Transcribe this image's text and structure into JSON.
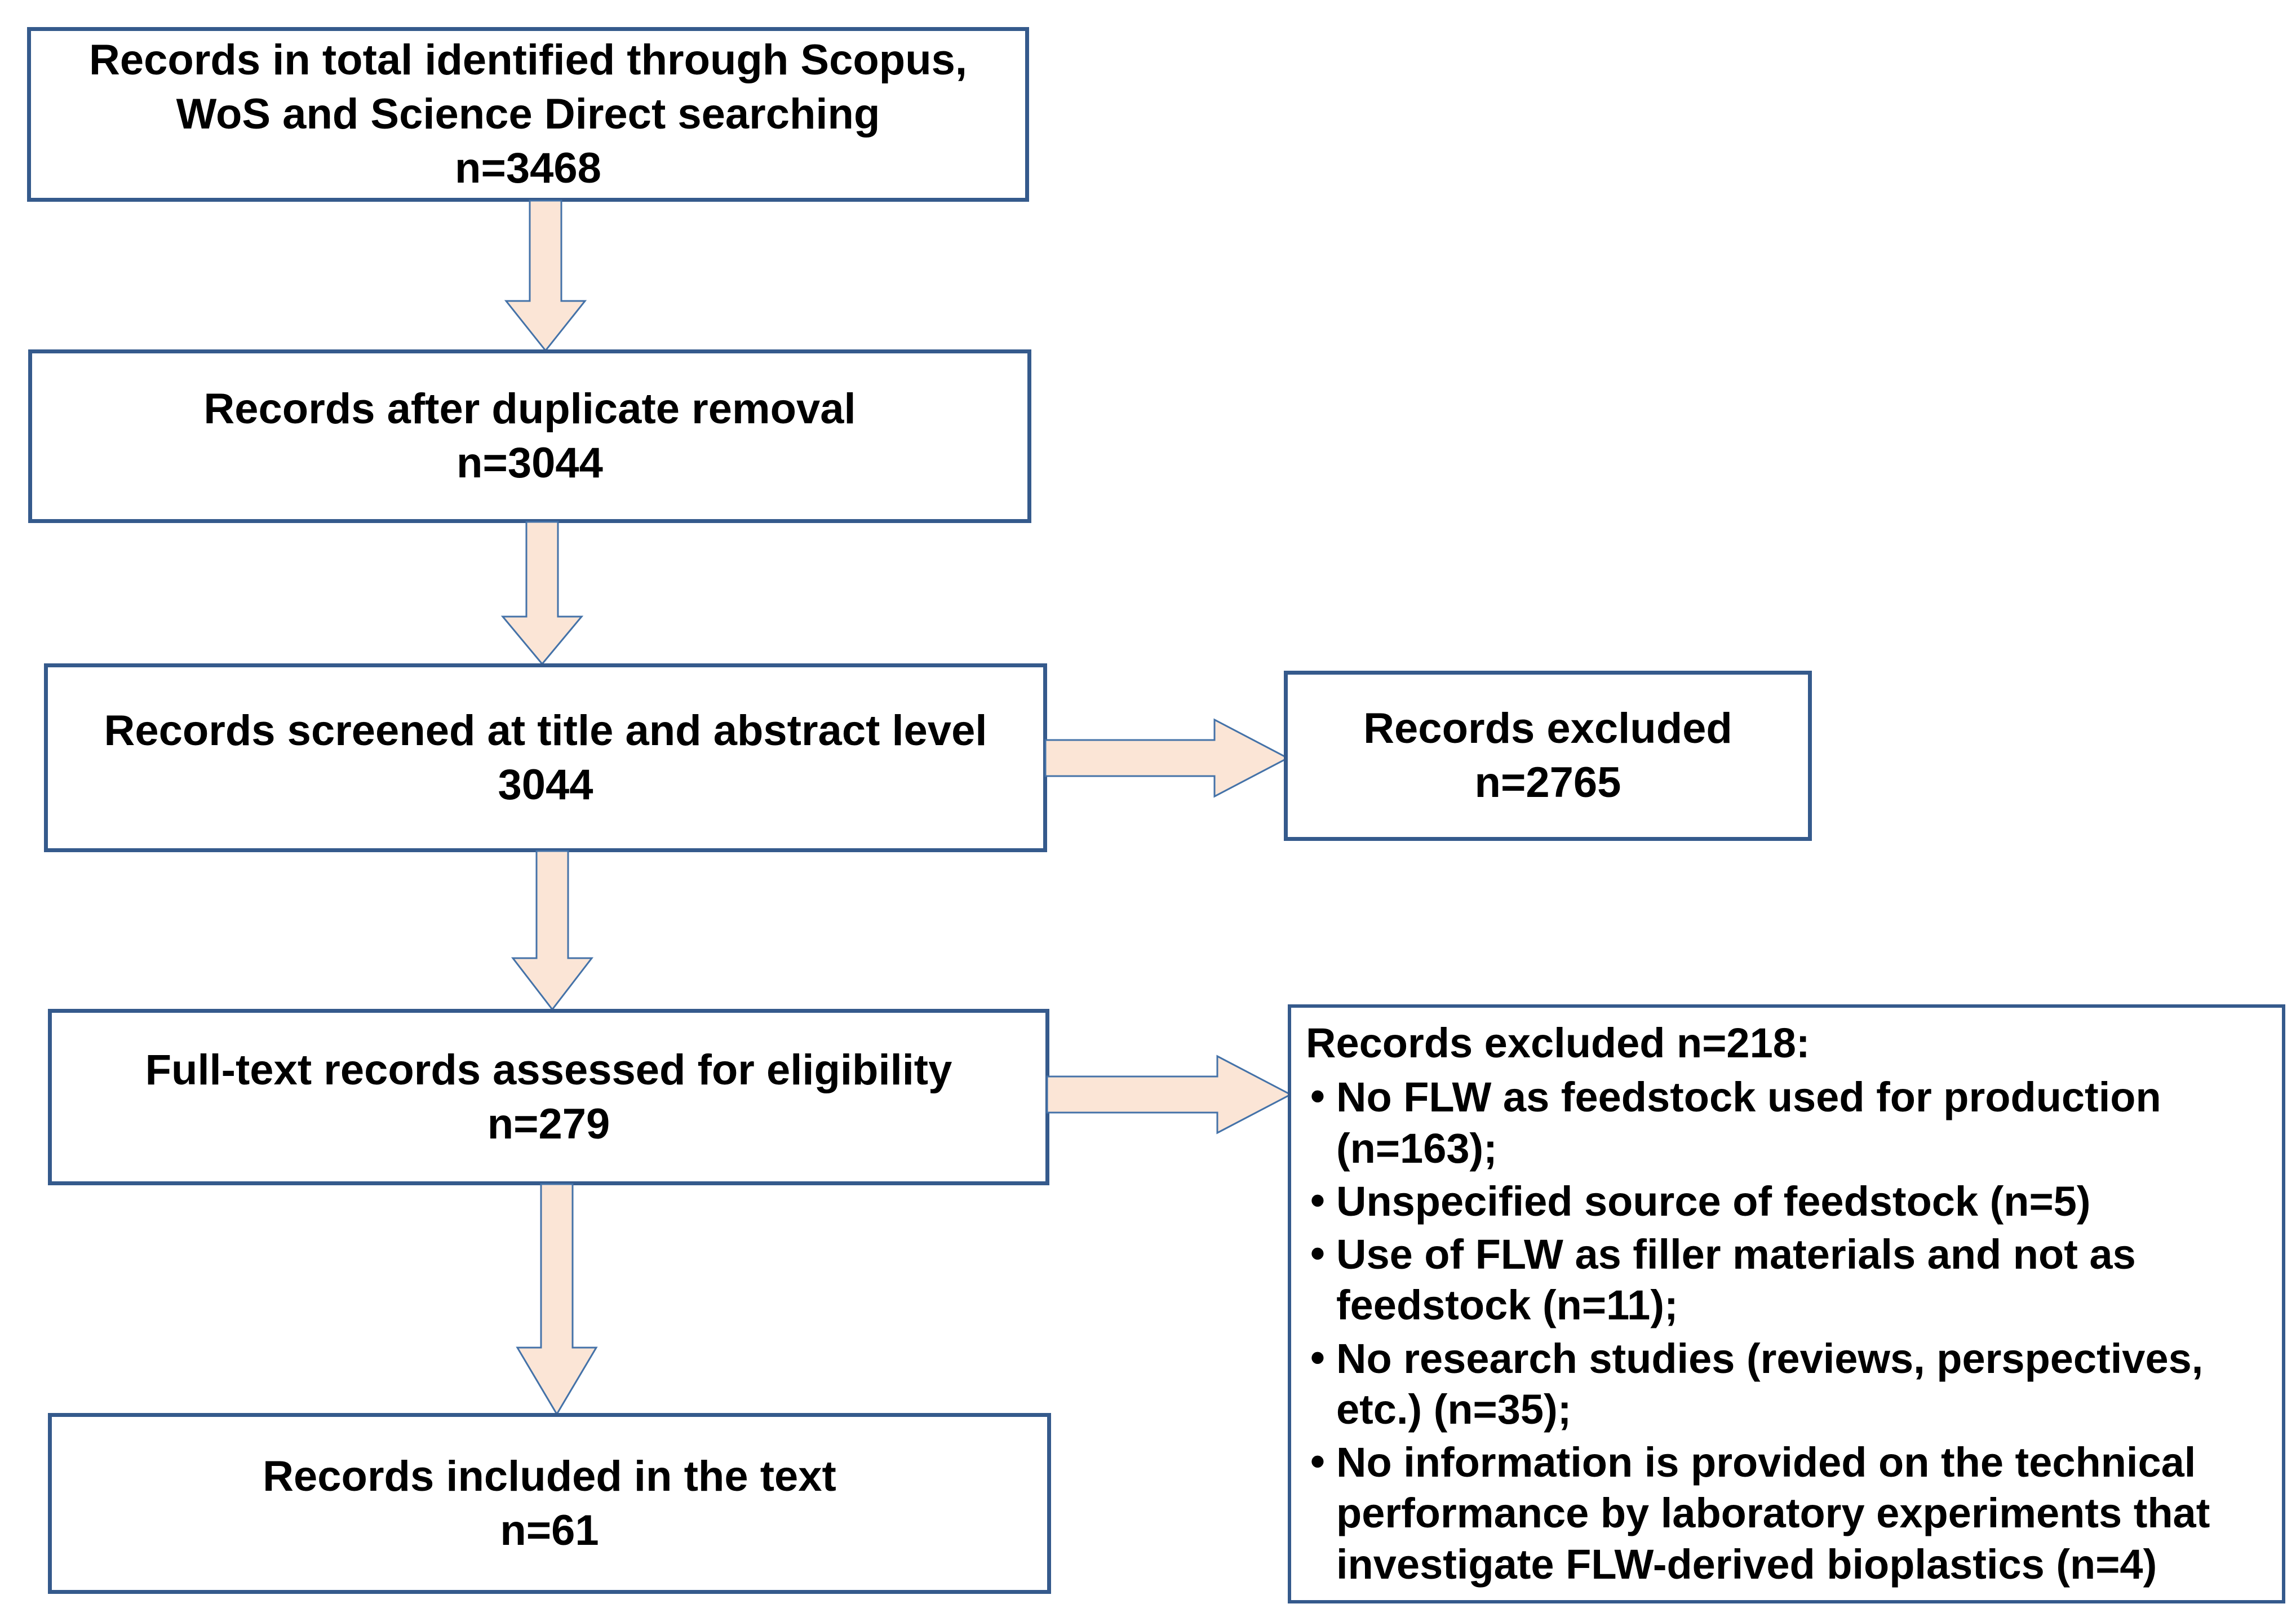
{
  "diagram": {
    "type": "prisma-flow-diagram",
    "colors": {
      "box_border": "#355A8C",
      "arrow_fill": "#FBE5D6",
      "arrow_stroke": "#4472A8",
      "box_fill": "#FFFFFF",
      "text": "#000000"
    },
    "boxes": {
      "identified": {
        "text": "Records in total identified through Scopus,\nWoS and Science Direct searching\nn=3468",
        "label": "Records in total identified through Scopus, WoS and Science Direct searching",
        "n": 3468
      },
      "dedup": {
        "text": "Records after duplicate removal\nn=3044",
        "label": "Records after duplicate removal",
        "n": 3044
      },
      "screened": {
        "text": "Records screened at title and abstract level\n3044",
        "label": "Records screened at title and abstract level",
        "n": 3044
      },
      "fulltext": {
        "text": "Full-text records assessed for eligibility\nn=279",
        "label": "Full-text records assessed for eligibility",
        "n": 279
      },
      "included": {
        "text": "Records included in the text\nn=61",
        "label": "Records included in the text",
        "n": 61
      },
      "excluded_screen": {
        "text": "Records excluded\nn=2765",
        "label": "Records excluded",
        "n": 2765
      },
      "excluded_fulltext": {
        "heading": "Records excluded n=218:",
        "n": 218,
        "bullet_glyph": "•",
        "reasons": [
          "No FLW as feedstock used for production (n=163);",
          "Unspecified source of feedstock (n=5)",
          "Use of FLW as filler materials and not as feedstock (n=11);",
          "No research studies (reviews, perspectives, etc.) (n=35);",
          "No information is provided on the technical performance by laboratory experiments that investigate FLW-derived bioplastics (n=4)"
        ]
      }
    },
    "arrows": [
      {
        "name": "arrow-identified-to-dedup",
        "direction": "down"
      },
      {
        "name": "arrow-dedup-to-screened",
        "direction": "down"
      },
      {
        "name": "arrow-screened-to-fulltext",
        "direction": "down"
      },
      {
        "name": "arrow-fulltext-to-included",
        "direction": "down"
      },
      {
        "name": "arrow-screened-to-excluded",
        "direction": "right"
      },
      {
        "name": "arrow-fulltext-to-excluded",
        "direction": "right"
      }
    ]
  }
}
